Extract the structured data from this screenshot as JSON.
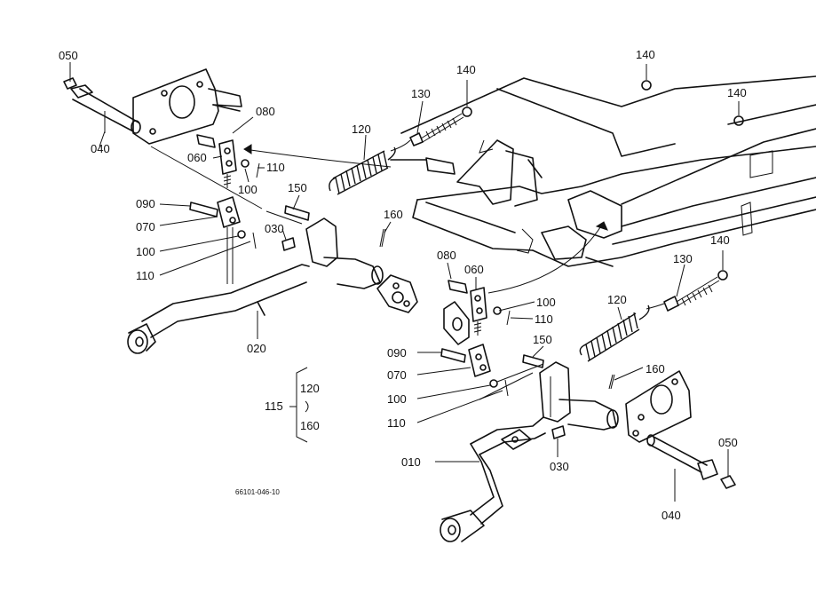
{
  "callouts": {
    "left_050": "050",
    "left_040": "040",
    "left_080": "080",
    "left_060": "060",
    "left_110_a": "110",
    "left_100_a": "100",
    "left_090": "090",
    "left_070": "070",
    "left_100_b": "100",
    "left_110_b": "110",
    "left_030": "030",
    "left_150": "150",
    "left_160": "160",
    "left_120": "120",
    "left_130": "130",
    "left_140": "140",
    "left_020": "020",
    "top_140_a": "140",
    "top_140_b": "140",
    "right_080": "080",
    "right_060": "060",
    "right_100_a": "100",
    "right_110_a": "110",
    "right_090": "090",
    "right_070": "070",
    "right_100_b": "100",
    "right_110_b": "110",
    "right_150": "150",
    "right_120": "120",
    "right_130": "130",
    "right_140": "140",
    "right_160": "160",
    "right_030": "030",
    "right_010": "010",
    "right_050": "050",
    "right_040": "040"
  },
  "group_note": {
    "id": "115",
    "from": "120",
    "to": "160"
  },
  "drawing_code": "66101-046-10"
}
